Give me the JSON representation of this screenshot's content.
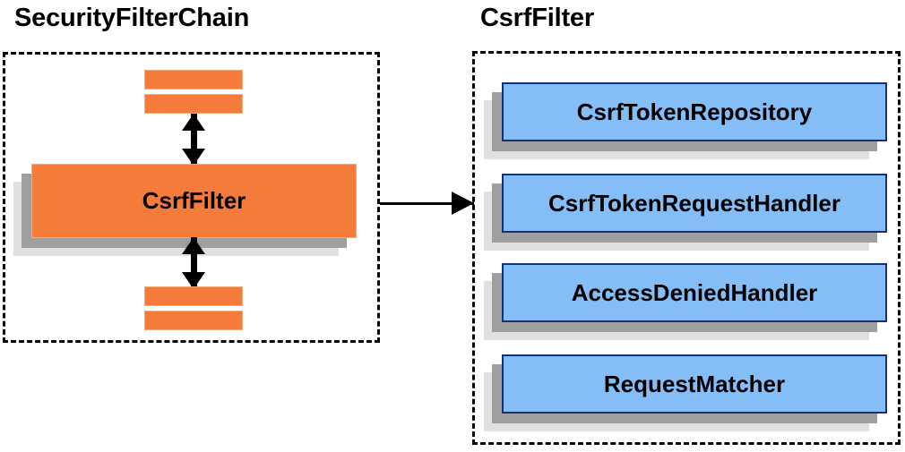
{
  "diagram": {
    "type": "component-relationship-diagram",
    "colors": {
      "orange_fill": "#f47b39",
      "orange_border": "#f7a97e",
      "blue_fill": "#85bdf7",
      "blue_border": "#14307c",
      "shadow_near": "#9f9f9f",
      "shadow_far": "#e0e0e0",
      "panel_border": "#000000",
      "text": "#000000"
    },
    "panels": [
      {
        "id": "security-filter-chain",
        "title": "SecurityFilterChain",
        "border_style": "dashed",
        "filters_above": 2,
        "filters_below": 2,
        "highlighted_filter": "CsrfFilter"
      },
      {
        "id": "csrf-filter",
        "title": "CsrfFilter",
        "border_style": "dashed",
        "collaborators": [
          "CsrfTokenRepository",
          "CsrfTokenRequestHandler",
          "AccessDeniedHandler",
          "RequestMatcher"
        ]
      }
    ],
    "connections": [
      {
        "from": "CsrfFilter (chain)",
        "to": "CsrfFilter (detail panel)",
        "style": "solid-arrow",
        "direction": "right"
      },
      {
        "from": "filters above",
        "to": "CsrfFilter",
        "style": "double-arrow",
        "direction": "vertical"
      },
      {
        "from": "CsrfFilter",
        "to": "filters below",
        "style": "double-arrow",
        "direction": "vertical"
      }
    ]
  }
}
